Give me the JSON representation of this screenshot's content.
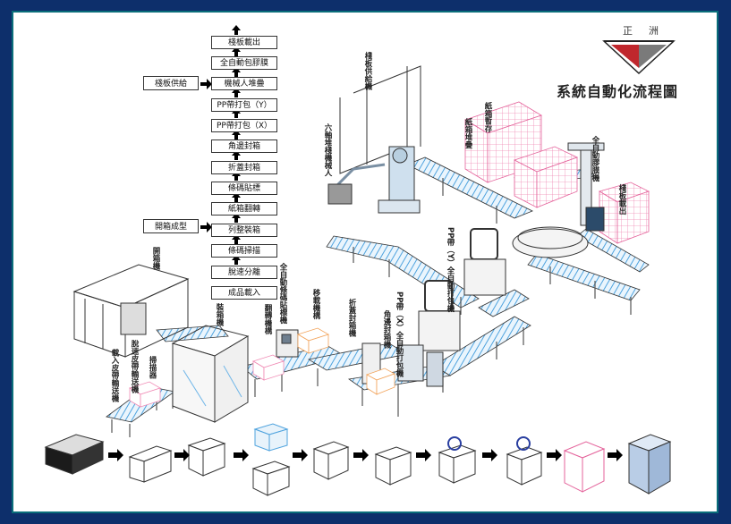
{
  "title": "系統自動化流程圖",
  "logo_text": "正洲",
  "flow_steps": [
    "棧板載出",
    "全自動包膠膜",
    "機械人堆疊",
    "PP帶打包（Y）",
    "PP帶打包（X）",
    "角邊封箱",
    "折蓋封箱",
    "條碼貼標",
    "紙箱翻轉",
    "列整裝箱",
    "條碼掃描",
    "脫速分離",
    "成品載入"
  ],
  "side_inputs": {
    "pallet_supply": "棧板供給",
    "box_forming": "開箱成型"
  },
  "machine_labels": {
    "box_opener": "開箱機",
    "infeed_conveyor": "載入皮帶輸送機",
    "speed_separator": "脫速皮帶輸送機",
    "scanner": "掃描器",
    "case_packer": "裝箱機",
    "flipper": "翻轉機構",
    "labeler": "全自動條碼貼標機",
    "transfer": "移載機構",
    "flap_sealer": "折蓋封箱機",
    "corner_sealer": "角邊封箱機",
    "strapper_x": "PP帶（X）全自動打包機",
    "strapper_y": "PP帶（Y）全自動打包機",
    "robot": "六軸堆棧機械人",
    "pallet_feeder": "棧板供給機",
    "carton_stack": "紙箱堆疊",
    "carton_buffer": "紙箱暫存",
    "wrapper": "全自動膠膜機",
    "pallet_out": "棧板載出"
  },
  "colors": {
    "background": "#0d2f6b",
    "border": "#0a6e7a",
    "conveyor": "#6fb6e8",
    "carton_pink": "#f08bb5",
    "carton_orange": "#f2a35a"
  }
}
